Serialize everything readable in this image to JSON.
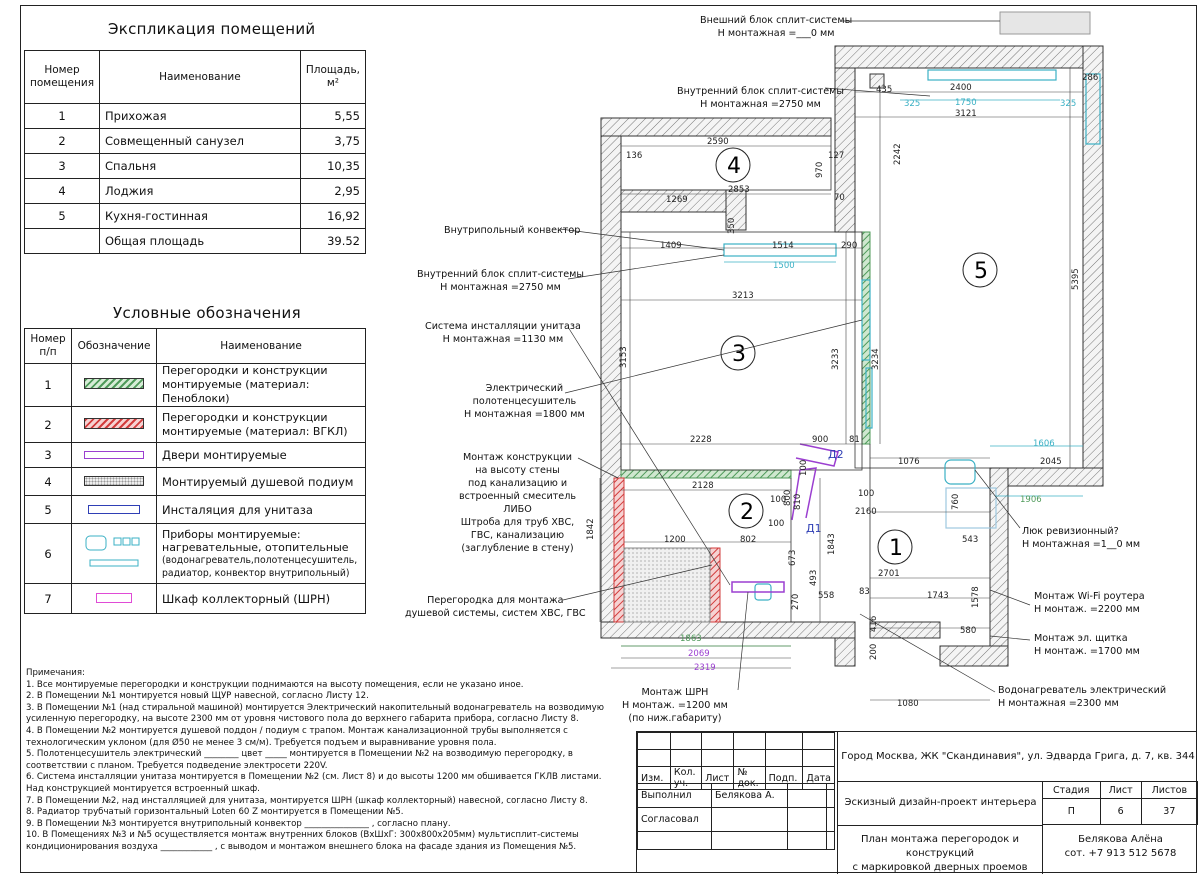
{
  "rooms_title": "Экспликация помещений",
  "rooms_header": {
    "num": "Номер помещения",
    "name": "Наименование",
    "area": "Площадь, м²"
  },
  "rooms": [
    {
      "num": "1",
      "name": "Прихожая",
      "area": "5,55"
    },
    {
      "num": "2",
      "name": "Совмещенный санузел",
      "area": "3,75"
    },
    {
      "num": "3",
      "name": "Спальня",
      "area": "10,35"
    },
    {
      "num": "4",
      "name": "Лоджия",
      "area": "2,95"
    },
    {
      "num": "5",
      "name": "Кухня-гостинная",
      "area": "16,92"
    }
  ],
  "rooms_total": {
    "name": "Общая площадь",
    "area": "39.52"
  },
  "legend_title": "Условные обозначения",
  "legend_header": {
    "num": "Номер п/п",
    "symbol": "Обозначение",
    "name": "Наименование"
  },
  "legend": [
    {
      "num": "1",
      "name": "Перегородки и конструкции монтируемые (материал: Пеноблоки)"
    },
    {
      "num": "2",
      "name": "Перегородки и конструкции монтируемые (материал: ВГКЛ)"
    },
    {
      "num": "3",
      "name": "Двери монтируемые"
    },
    {
      "num": "4",
      "name": "Монтируемый душевой подиум"
    },
    {
      "num": "5",
      "name": "Инсталяция для унитаза"
    },
    {
      "num": "6",
      "name": "Приборы монтируемые: нагревательные, отопительные",
      "sub": "(водонагреватель,полотенцесушитель, радиатор, конвектор внутрипольный)"
    },
    {
      "num": "7",
      "name": "Шкаф коллекторный (ШРН)"
    }
  ],
  "notes_title": "Примечания:",
  "notes": [
    "1.  Все монтируемые перегородки и конструкции поднимаются на высоту помещения, если не указано иное.",
    "2.  В Помещении №1 монтируется новый ЩУР навесной, согласно Листу 12.",
    "3.  В Помещении №1 (над стиральной машиной) монтируется Электрический накопительный водонагреватель на возводимую",
    "усиленную перегородку, на высоте 2300 мм от уровня чистового пола до верхнего габарита прибора, согласно Листу 8.",
    "4.  В Помещении №2 монтируется душевой поддон / подиум с трапом. Монтаж канализационной трубы выполняется с",
    "технологическим уклоном (для Ø50 не менее 3 см/м). Требуется подъем и выравнивание уровня пола.",
    "5.  Полотенцесушитель электрический ________ цвет _____ монтируется в Помещении №2 на возводимую перегородку, в",
    "соответствии с планом. Требуется подведение электросети 220V.",
    "6.  Система инсталляции унитаза монтируется в Помещении №2 (см. Лист 8) и до высоты 1200 мм обшивается ГКЛВ листами.",
    "Над конструкцией монтируется встроенный шкаф.",
    "7.  В Помещении №2, над инсталляцией для унитаза, монтируется ШРН (шкаф коллекторный) навесной, согласно Листу 8.",
    "8.  Радиатор трубчатый горизонтальный Loten 60 Z монтируется в Помещении №5.",
    "9.  В Помещении №3 монтируется внутрипольный конвектор _______________ , согласно плану.",
    "10. В Помещениях №3 и №5 осуществляется монтаж внутренних блоков (ВхШхГ: 300х800х205мм) мультисплит-системы",
    "кондиционирования воздуха ____________ , с выводом и монтажом внешнего блока на фасаде здания из Помещения №5."
  ],
  "callouts": {
    "outer_unit": [
      "Внешний блок сплит-системы",
      "Н монтажная =___0 мм"
    ],
    "inner_unit_5": [
      "Внутренний блок сплит-системы",
      "Н монтажная =2750 мм"
    ],
    "convector": [
      "Внутрипольный конвектор"
    ],
    "inner_unit_3": [
      "Внутренний блок сплит-системы",
      "Н монтажная =2750 мм"
    ],
    "toilet_system": [
      "Система инсталляции унитаза",
      "Н монтажная =1130 мм"
    ],
    "towel_dryer": [
      "Электрический",
      "полотенцесушитель",
      "Н монтажная =1800 мм"
    ],
    "construction": [
      "Монтаж конструкции",
      "на высоту стены",
      "под канализацию и",
      "встроенный смеситель",
      "ЛИБО",
      "Штроба для труб ХВС,",
      "ГВС, канализацию",
      "(заглубление в стену)"
    ],
    "partition": [
      "Перегородка для монтажа",
      "душевой системы, систем ХВС, ГВС"
    ],
    "shrn": [
      "Монтаж ШРН",
      "Н монтаж. =1200 мм",
      "(по ниж.габариту)"
    ],
    "hatch": [
      "Люк ревизионный?",
      "Н монтажная =1__0 мм"
    ],
    "wifi": [
      "Монтаж Wi-Fi роутера",
      "Н монтаж. =2200 мм"
    ],
    "panel": [
      "Монтаж эл. щитка",
      "Н монтаж. =1700 мм"
    ],
    "heater": [
      "Водонагреватель электрический",
      "Н монтажная =2300 мм"
    ]
  },
  "plan": {
    "room_numbers": [
      "1",
      "2",
      "3",
      "4",
      "5"
    ],
    "door_labels": [
      "Д1",
      "Д2"
    ],
    "dims": [
      "2400",
      "1750",
      "325",
      "325",
      "435",
      "286",
      "3121",
      "2590",
      "136",
      "127",
      "970",
      "2853",
      "1269",
      "70",
      "350",
      "1514",
      "290",
      "1409",
      "1500",
      "3213",
      "2242",
      "5395",
      "3153",
      "3233",
      "3234",
      "2228",
      "900",
      "81",
      "100",
      "1076",
      "1606",
      "2045",
      "2128",
      "100",
      "800",
      "810",
      "100",
      "2160",
      "1906",
      "760",
      "543",
      "100",
      "1842",
      "1200",
      "802",
      "1843",
      "2701",
      "673",
      "493",
      "270",
      "558",
      "83",
      "1743",
      "1578",
      "416",
      "580",
      "1863",
      "2069",
      "2319",
      "200",
      "1080"
    ]
  },
  "title_block": {
    "address": "Город Москва, ЖК \"Скандинавия\", ул. Эдварда Грига, д. 7, кв. 344",
    "project": "Эскизный дизайн-проект интерьера",
    "sheet_title_1": "План монтажа перегородок и конструкций",
    "sheet_title_2": "с маркировкой дверных проемов",
    "cols": {
      "izm": "Изм.",
      "kol": "Кол. уч.",
      "list": "Лист",
      "ndok": "№ док.",
      "podp": "Подп.",
      "data": "Дата"
    },
    "performed_label": "Выполнил",
    "performed_name": "Белякова А.",
    "agreed_label": "Согласовал",
    "stage_h": "Стадия",
    "sheet_h": "Лист",
    "sheets_h": "Листов",
    "stage": "П",
    "sheet": "6",
    "sheets": "37",
    "author": "Белякова Алёна",
    "phone": "сот. +7 913 512 5678"
  },
  "colors": {
    "green": "#4f9a5a",
    "red": "#d23c3c",
    "purple": "#9b3fd0",
    "blue": "#2f3fb5",
    "cyan": "#3bb0c4",
    "magenta": "#e04bd6"
  }
}
